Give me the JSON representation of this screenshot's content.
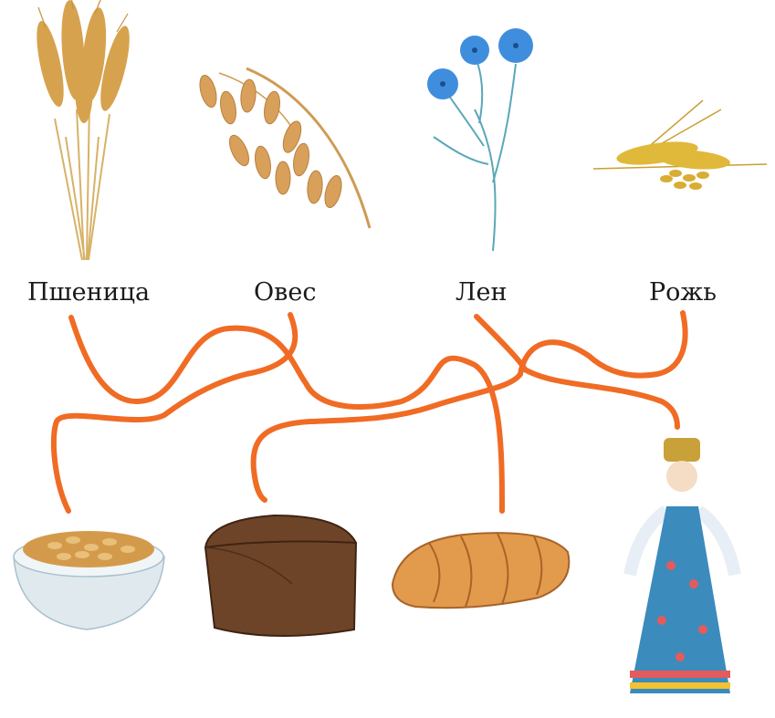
{
  "plants": [
    {
      "name": "Пшеница",
      "icon": "wheat-icon"
    },
    {
      "name": "Овес",
      "icon": "oat-icon"
    },
    {
      "name": "Лен",
      "icon": "flax-icon"
    },
    {
      "name": "Рожь",
      "icon": "rye-icon"
    }
  ],
  "products": [
    {
      "icon": "oat-porridge-bowl-icon"
    },
    {
      "icon": "rye-bread-loaf-icon"
    },
    {
      "icon": "wheat-braided-bread-icon"
    },
    {
      "icon": "linen-sarafan-girl-icon"
    }
  ],
  "colors": {
    "connector": "#f06b24",
    "wheat": "#d6a24e",
    "flax_flower": "#3f8ede",
    "flax_stem": "#5aa7b8",
    "rye": "#e0b83a",
    "porridge": "#d49a4c",
    "rye_bread": "#6e4428",
    "braided_bread": "#e29b4c"
  }
}
